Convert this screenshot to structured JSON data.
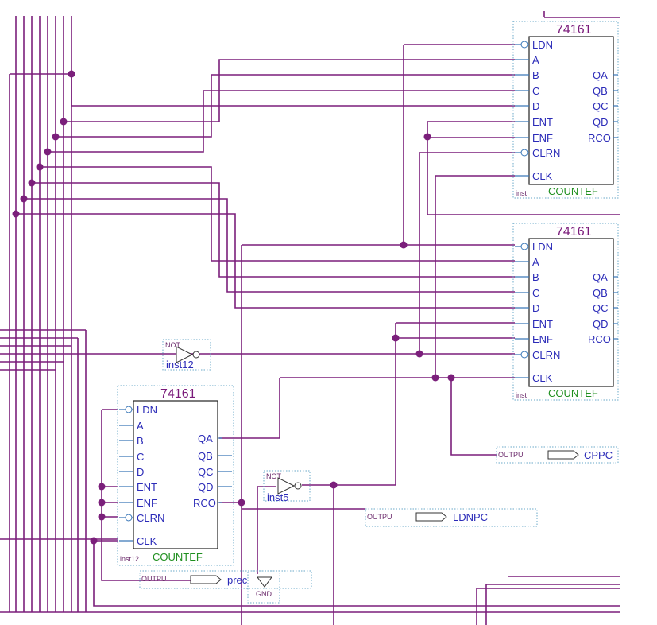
{
  "counters": [
    {
      "id": "top",
      "part": "74161",
      "instance": "inst",
      "type_label": "COUNTEF",
      "inputs": [
        "LDN",
        "A",
        "B",
        "C",
        "D",
        "ENT",
        "ENF",
        "CLRN",
        "CLK"
      ],
      "outputs": [
        "QA",
        "QB",
        "QC",
        "QD",
        "RCO"
      ]
    },
    {
      "id": "middle",
      "part": "74161",
      "instance": "inst",
      "type_label": "COUNTEF",
      "inputs": [
        "LDN",
        "A",
        "B",
        "C",
        "D",
        "ENT",
        "ENF",
        "CLRN",
        "CLK"
      ],
      "outputs": [
        "QA",
        "QB",
        "QC",
        "QD",
        "RCO"
      ]
    },
    {
      "id": "bottom",
      "part": "74161",
      "instance": "inst12",
      "type_label": "COUNTEF",
      "inputs": [
        "LDN",
        "A",
        "B",
        "C",
        "D",
        "ENT",
        "ENF",
        "CLRN",
        "CLK"
      ],
      "outputs": [
        "QA",
        "QB",
        "QC",
        "QD",
        "RCO"
      ]
    }
  ],
  "not_gates": [
    {
      "type_label": "NOT",
      "instance": "inst12"
    },
    {
      "type_label": "NOT",
      "instance": "inst5"
    }
  ],
  "outputs": [
    {
      "tag": "OUTPU",
      "name": "CPPC"
    },
    {
      "tag": "OUTPU",
      "name": "LDNPC"
    },
    {
      "tag": "OUTPU",
      "name": "prec"
    }
  ],
  "ground": {
    "label": "GND"
  },
  "colors": {
    "wire": "#7b1f7b",
    "pin_text": "#2b2bb8",
    "component_type": "#1f8f1f",
    "frame": "#6aa8c8"
  }
}
